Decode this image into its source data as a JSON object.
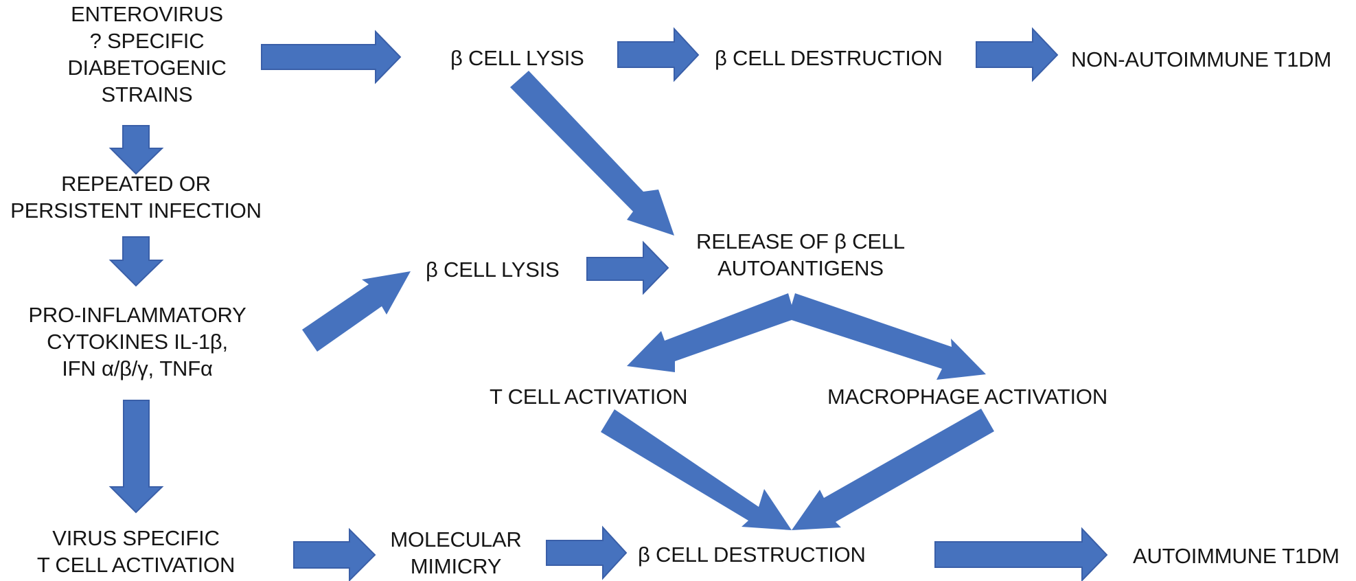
{
  "diagram": {
    "title": "Enterovirus pathways to type 1 diabetes",
    "colors": {
      "arrow_fill": "#4672BE",
      "arrow_stroke": "#3A5FA8",
      "text": "#151515",
      "background": "#FFFFFF"
    },
    "nodes": {
      "enterovirus": {
        "lines": [
          "ENTEROVIRUS",
          "? SPECIFIC",
          "DIABETOGENIC",
          "STRAINS"
        ]
      },
      "lysis_top": {
        "lines": [
          "β CELL LYSIS"
        ]
      },
      "destruction_top": {
        "lines": [
          "β CELL DESTRUCTION"
        ]
      },
      "non_autoimmune": {
        "lines": [
          "NON-AUTOIMMUNE T1DM"
        ]
      },
      "repeated_infection": {
        "lines": [
          "REPEATED OR",
          "PERSISTENT INFECTION"
        ]
      },
      "cytokines": {
        "lines": [
          "PRO-INFLAMMATORY",
          "CYTOKINES  IL-1β,",
          "IFN α/β/γ, TNFα"
        ]
      },
      "lysis_mid": {
        "lines": [
          "β CELL LYSIS"
        ]
      },
      "release_autoantigens": {
        "lines": [
          "RELEASE OF β CELL",
          "AUTOANTIGENS"
        ]
      },
      "t_cell_activation": {
        "lines": [
          "T CELL ACTIVATION"
        ]
      },
      "macrophage_activation": {
        "lines": [
          "MACROPHAGE ACTIVATION"
        ]
      },
      "virus_specific": {
        "lines": [
          "VIRUS SPECIFIC",
          "T CELL ACTIVATION"
        ]
      },
      "molecular_mimicry": {
        "lines": [
          "MOLECULAR",
          "MIMICRY"
        ]
      },
      "destruction_bottom": {
        "lines": [
          "β CELL DESTRUCTION"
        ]
      },
      "autoimmune": {
        "lines": [
          "AUTOIMMUNE T1DM"
        ]
      }
    },
    "edges": [
      {
        "from": "enterovirus",
        "to": "lysis_top"
      },
      {
        "from": "lysis_top",
        "to": "destruction_top"
      },
      {
        "from": "destruction_top",
        "to": "non_autoimmune"
      },
      {
        "from": "lysis_top",
        "to": "release_autoantigens"
      },
      {
        "from": "enterovirus",
        "to": "repeated_infection"
      },
      {
        "from": "repeated_infection",
        "to": "cytokines"
      },
      {
        "from": "cytokines",
        "to": "lysis_mid"
      },
      {
        "from": "lysis_mid",
        "to": "release_autoantigens"
      },
      {
        "from": "release_autoantigens",
        "to": "t_cell_activation"
      },
      {
        "from": "release_autoantigens",
        "to": "macrophage_activation"
      },
      {
        "from": "t_cell_activation",
        "to": "destruction_bottom"
      },
      {
        "from": "macrophage_activation",
        "to": "destruction_bottom"
      },
      {
        "from": "cytokines",
        "to": "virus_specific"
      },
      {
        "from": "virus_specific",
        "to": "molecular_mimicry"
      },
      {
        "from": "molecular_mimicry",
        "to": "destruction_bottom"
      },
      {
        "from": "destruction_bottom",
        "to": "autoimmune"
      }
    ]
  }
}
